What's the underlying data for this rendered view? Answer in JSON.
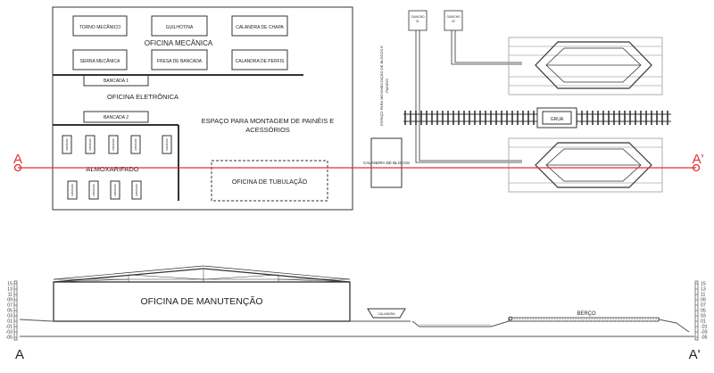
{
  "plan": {
    "machines_row1": [
      "TORNO MECÂNICO",
      "GUILHOTINA",
      "CALANDRA DE CHAPA"
    ],
    "mechanical_workshop": "OFICINA MECÂNICA",
    "machines_row2": [
      "SERRA MECÂNICA",
      "FRESA DE BANCADA",
      "CALANDRA DE PERFIS"
    ],
    "bench_1": "BANCADA 1",
    "electronics_workshop": "OFICINA ELETRÔNICA",
    "bench_2": "BANCADA 2",
    "assembly_space": [
      "ESPAÇO PARA MONTAGEM DE PAINÉIS E",
      "ACESSÓRIOS"
    ],
    "warehouse": "ALMOXARIFADO",
    "warehouse_cells": "ARMÁRIO",
    "warehouse_side": "ARMÁRIO",
    "piping_workshop": "OFICINA DE TUBULAÇÃO",
    "block_cradle": "CALANDRA DE BLOCOS",
    "rail_note": [
      "ESPAÇO PARA MOVIMENTAÇÃO DE BLOCOS E",
      "PAINÉIS"
    ],
    "winch_1": [
      "GUINCHO",
      "01"
    ],
    "winch_2": [
      "GUINCHO",
      "02"
    ],
    "crane": "GRUA",
    "section_start": "A",
    "section_end": "A'"
  },
  "section": {
    "workshop": "OFICINA DE MANUTENÇÃO",
    "cradle_small": "CALANDRA",
    "berth": "BERÇO",
    "level_labels": [
      "15",
      "13",
      "11",
      "09",
      "07",
      "05",
      "03",
      "01",
      "-01",
      "-03",
      "-05"
    ],
    "section_start": "A",
    "section_end": "A'"
  },
  "colors": {
    "line": "#333333",
    "cut": "#e03030",
    "hatch": "#777777"
  }
}
